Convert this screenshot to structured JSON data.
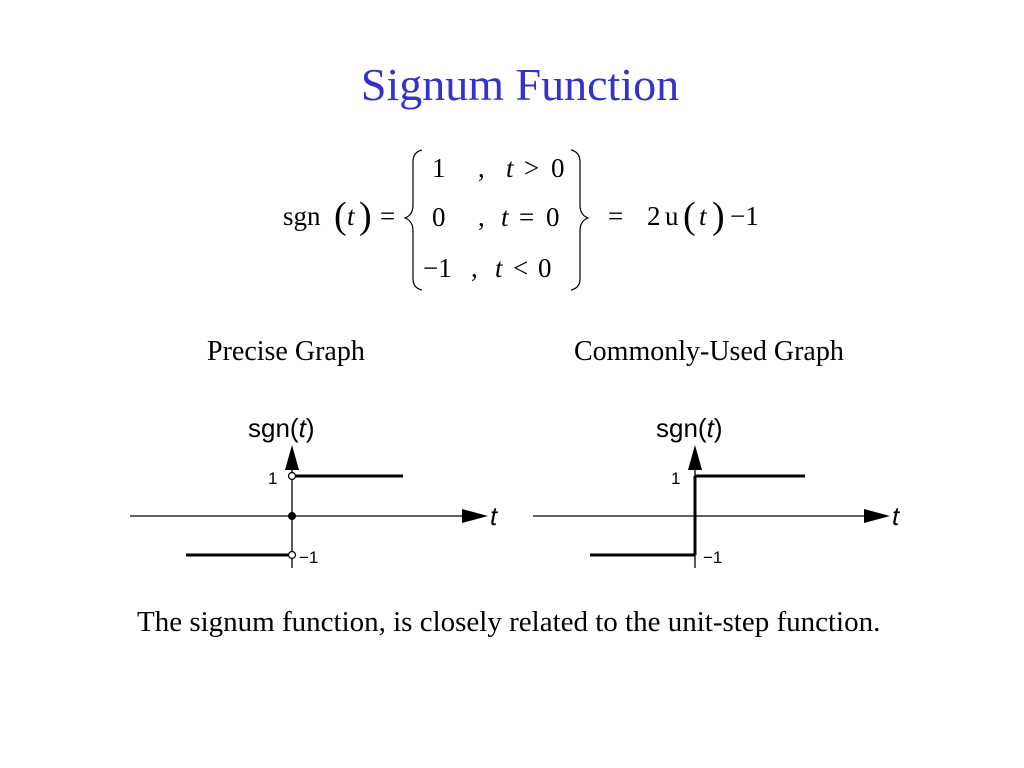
{
  "slide": {
    "title": "Signum Function",
    "note": "The signum function, is closely related to the unit-step function."
  },
  "equation": {
    "lhs_fn": "sgn",
    "lhs_var": "t",
    "eq_sign": "=",
    "cases": [
      {
        "value": "1",
        "comma": ",",
        "var": "t",
        "rel": ">",
        "bound": "0"
      },
      {
        "value": "0",
        "comma": ",",
        "var": "t",
        "rel": "=",
        "bound": "0"
      },
      {
        "value": "−1",
        "comma": ",",
        "var": "t",
        "rel": "<",
        "bound": "0"
      }
    ],
    "rhs_coef": "2",
    "rhs_fn": "u",
    "rhs_var": "t",
    "rhs_tail": "−1"
  },
  "graphs": {
    "precise": {
      "caption": "Precise Graph",
      "y_label_fn": "sgn(",
      "y_label_var": "t",
      "y_label_close": ")",
      "x_label": "t",
      "tick_pos": "1",
      "tick_neg": "−1"
    },
    "common": {
      "caption": "Commonly-Used Graph",
      "y_label_fn": "sgn(",
      "y_label_var": "t",
      "y_label_close": ")",
      "x_label": "t",
      "tick_pos": "1",
      "tick_neg": "−1"
    }
  }
}
